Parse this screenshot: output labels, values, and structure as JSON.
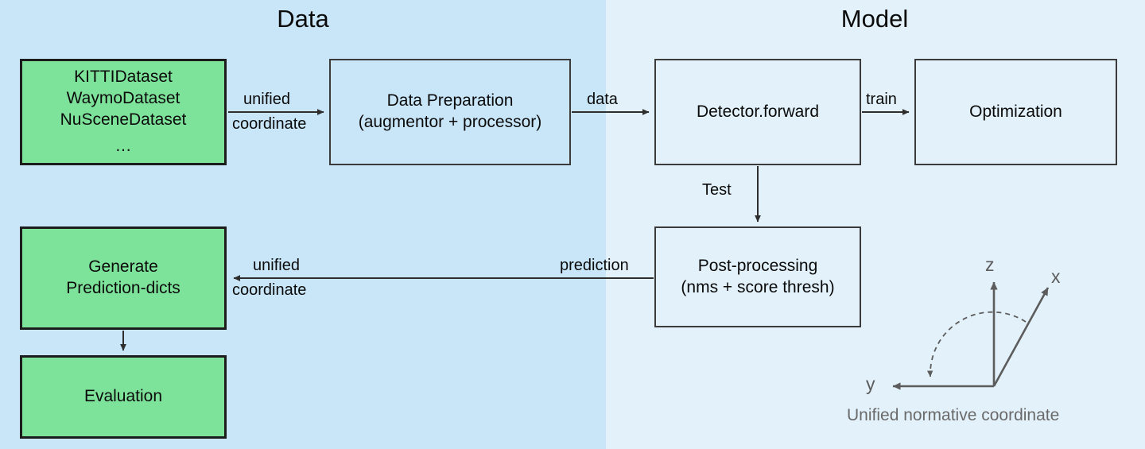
{
  "panels": {
    "data": {
      "title": "Data",
      "bg": "#c9e5f8"
    },
    "model": {
      "title": "Model",
      "bg": "#e2f1fa"
    }
  },
  "nodes": {
    "datasets": {
      "lines": [
        "KITTIDataset",
        "WaymoDataset",
        "NuSceneDataset",
        "…"
      ],
      "fill": "#7ee39a"
    },
    "data_preparation": {
      "line1": "Data Preparation",
      "line2": "(augmentor + processor)"
    },
    "detector_forward": {
      "label": "Detector.forward"
    },
    "optimization": {
      "label": "Optimization"
    },
    "post_processing": {
      "line1": "Post-processing",
      "line2": "(nms + score thresh)"
    },
    "generate_prediction_dicts": {
      "line1": "Generate",
      "line2": "Prediction-dicts",
      "fill": "#7ee39a"
    },
    "evaluation": {
      "label": "Evaluation",
      "fill": "#7ee39a"
    }
  },
  "edges": {
    "datasets_to_prep_top": "unified",
    "datasets_to_prep_bottom": "coordinate",
    "prep_to_detector": "data",
    "detector_to_optimization": "train",
    "detector_to_post": "Test",
    "post_to_generate": "prediction",
    "post_to_generate_top": "unified",
    "post_to_generate_bottom": "coordinate"
  },
  "coordinate_system": {
    "axis_x": "x",
    "axis_y": "y",
    "axis_z": "z",
    "caption": "Unified normative coordinate",
    "color": "#5c5c5c"
  }
}
